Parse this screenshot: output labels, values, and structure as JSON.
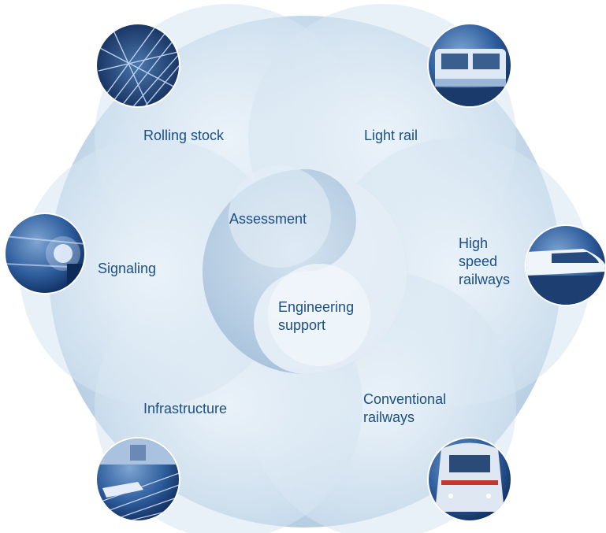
{
  "diagram": {
    "center": {
      "upper_label": "Assessment",
      "lower_label_lines": [
        "Engineering",
        "support"
      ]
    },
    "segments": {
      "rolling_stock": "Rolling stock",
      "light_rail": "Light rail",
      "high_speed_lines": [
        "High",
        "speed",
        "railways"
      ],
      "signaling": "Signaling",
      "infrastructure": "Infrastructure",
      "conventional_lines": [
        "Conventional",
        "railways"
      ]
    },
    "photos": {
      "rolling_stock": "rail-tracks-photo",
      "light_rail": "light-rail-train-photo",
      "high_speed": "high-speed-train-photo",
      "signaling": "signal-light-photo",
      "infrastructure": "railway-yard-photo",
      "conventional": "regional-train-photo"
    },
    "colors": {
      "outer_circle": "#c9dcec",
      "petal": "#dbe8f3",
      "center": "#b8cfe4",
      "yin_light": "#eef4f9",
      "text": "#1b4f86"
    }
  }
}
